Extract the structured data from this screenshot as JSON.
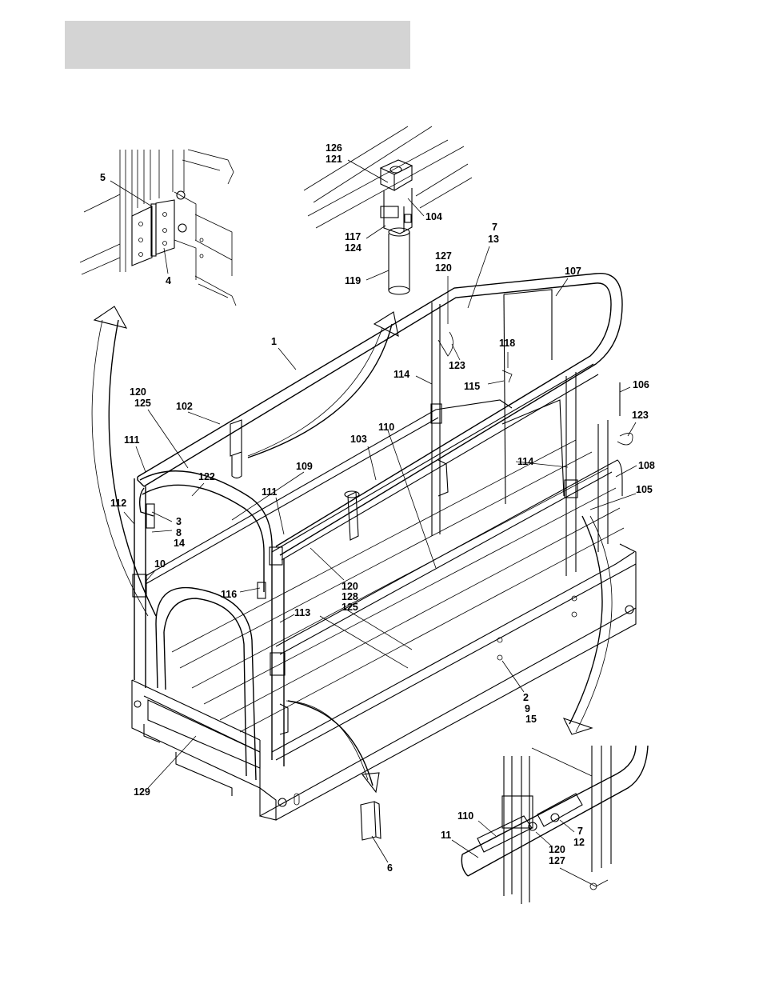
{
  "callouts": {
    "c5": "5",
    "c4": "4",
    "c126": "126",
    "c121": "121",
    "c104": "104",
    "c117": "117",
    "c124": "124",
    "c119": "119",
    "c7a": "7",
    "c13": "13",
    "c127a": "127",
    "c120a": "120",
    "c107": "107",
    "c1": "1",
    "c118": "118",
    "c123a": "123",
    "c114a": "114",
    "c115": "115",
    "c106": "106",
    "c123b": "123",
    "c120b": "120",
    "c125a": "125",
    "c102": "102",
    "c110a": "110",
    "c103": "103",
    "c111a": "111",
    "c109": "109",
    "c114b": "114",
    "c108": "108",
    "c105": "105",
    "c122": "122",
    "c112": "112",
    "c111b": "111",
    "c3": "3",
    "c8": "8",
    "c14": "14",
    "c10": "10",
    "c120c": "120",
    "c128": "128",
    "c125b": "125",
    "c116": "116",
    "c113": "113",
    "c2": "2",
    "c9": "9",
    "c15": "15",
    "c129": "129",
    "c6": "6",
    "c110b": "110",
    "c11": "11",
    "c7b": "7",
    "c12": "12",
    "c120d": "120",
    "c127b": "127"
  }
}
